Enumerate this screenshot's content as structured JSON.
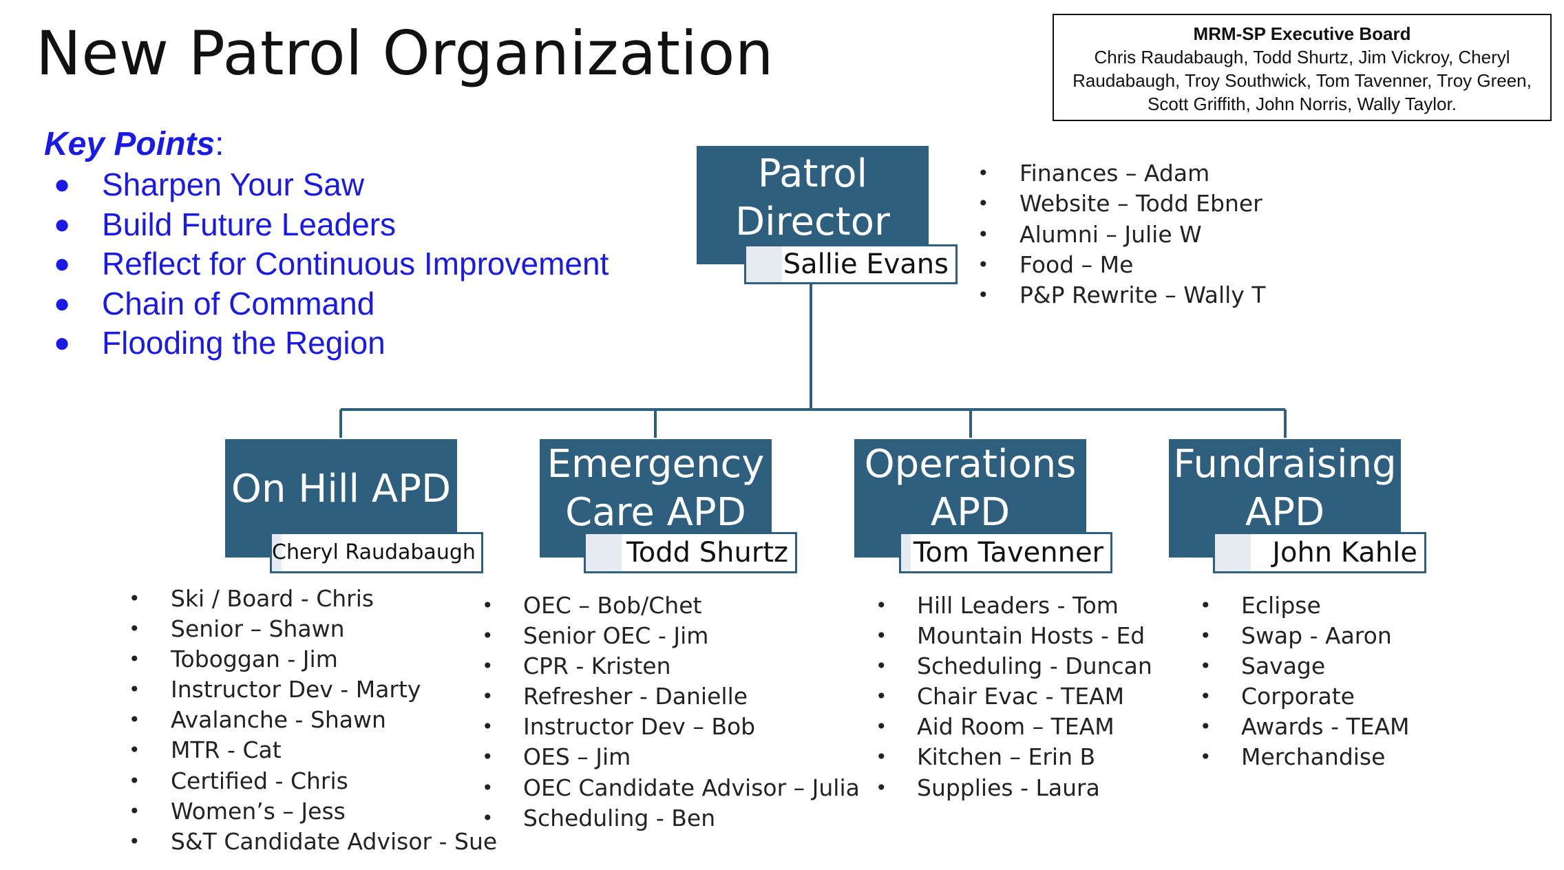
{
  "title": "New Patrol Organization",
  "board": {
    "heading": "MRM-SP Executive Board",
    "members": "Chris Raudabaugh, Todd Shurtz, Jim Vickroy, Cheryl Raudabaugh, Troy Southwick, Tom Tavenner, Troy Green, Scott Griffith, John Norris, Wally Taylor."
  },
  "key_points": {
    "heading": "Key Points",
    "colon": ":",
    "bullet": "●",
    "items": [
      "Sharpen Your Saw",
      "Build Future Leaders",
      "Reflect for Continuous Improvement",
      "Chain of Command",
      "Flooding the Region"
    ]
  },
  "director": {
    "title_line1": "Patrol",
    "title_line2": "Director",
    "name": "Sallie Evans",
    "duties": [
      "Finances – Adam",
      "Website – Todd Ebner",
      "Alumni – Julie W",
      "Food – Me",
      "P&P Rewrite – Wally T"
    ]
  },
  "bullet_char": "•",
  "apds": [
    {
      "title_line1": "On Hill APD",
      "title_line2": "",
      "name": "Cheryl Raudabaugh",
      "items": [
        "Ski / Board  - Chris",
        "Senior – Shawn",
        "Toboggan - Jim",
        "Instructor Dev - Marty",
        "Avalanche - Shawn",
        "MTR - Cat",
        "Certified - Chris",
        "Women’s – Jess",
        "S&T Candidate Advisor - Sue"
      ]
    },
    {
      "title_line1": "Emergency",
      "title_line2": "Care APD",
      "name": "Todd Shurtz",
      "items": [
        "OEC – Bob/Chet",
        "Senior OEC - Jim",
        "CPR - Kristen",
        "Refresher - Danielle",
        "Instructor Dev – Bob",
        "OES – Jim",
        "OEC Candidate Advisor – Julia",
        "Scheduling - Ben"
      ]
    },
    {
      "title_line1": "Operations",
      "title_line2": "APD",
      "name": "Tom Tavenner",
      "items": [
        "Hill Leaders - Tom",
        "Mountain Hosts - Ed",
        "Scheduling - Duncan",
        "Chair Evac - TEAM",
        "Aid Room – TEAM",
        "Kitchen – Erin B",
        "Supplies - Laura"
      ]
    },
    {
      "title_line1": "Fundraising",
      "title_line2": "APD",
      "name": "John Kahle",
      "items": [
        "Eclipse",
        "Swap - Aaron",
        "Savage",
        "Corporate",
        "Awards - TEAM",
        "Merchandise"
      ]
    }
  ]
}
